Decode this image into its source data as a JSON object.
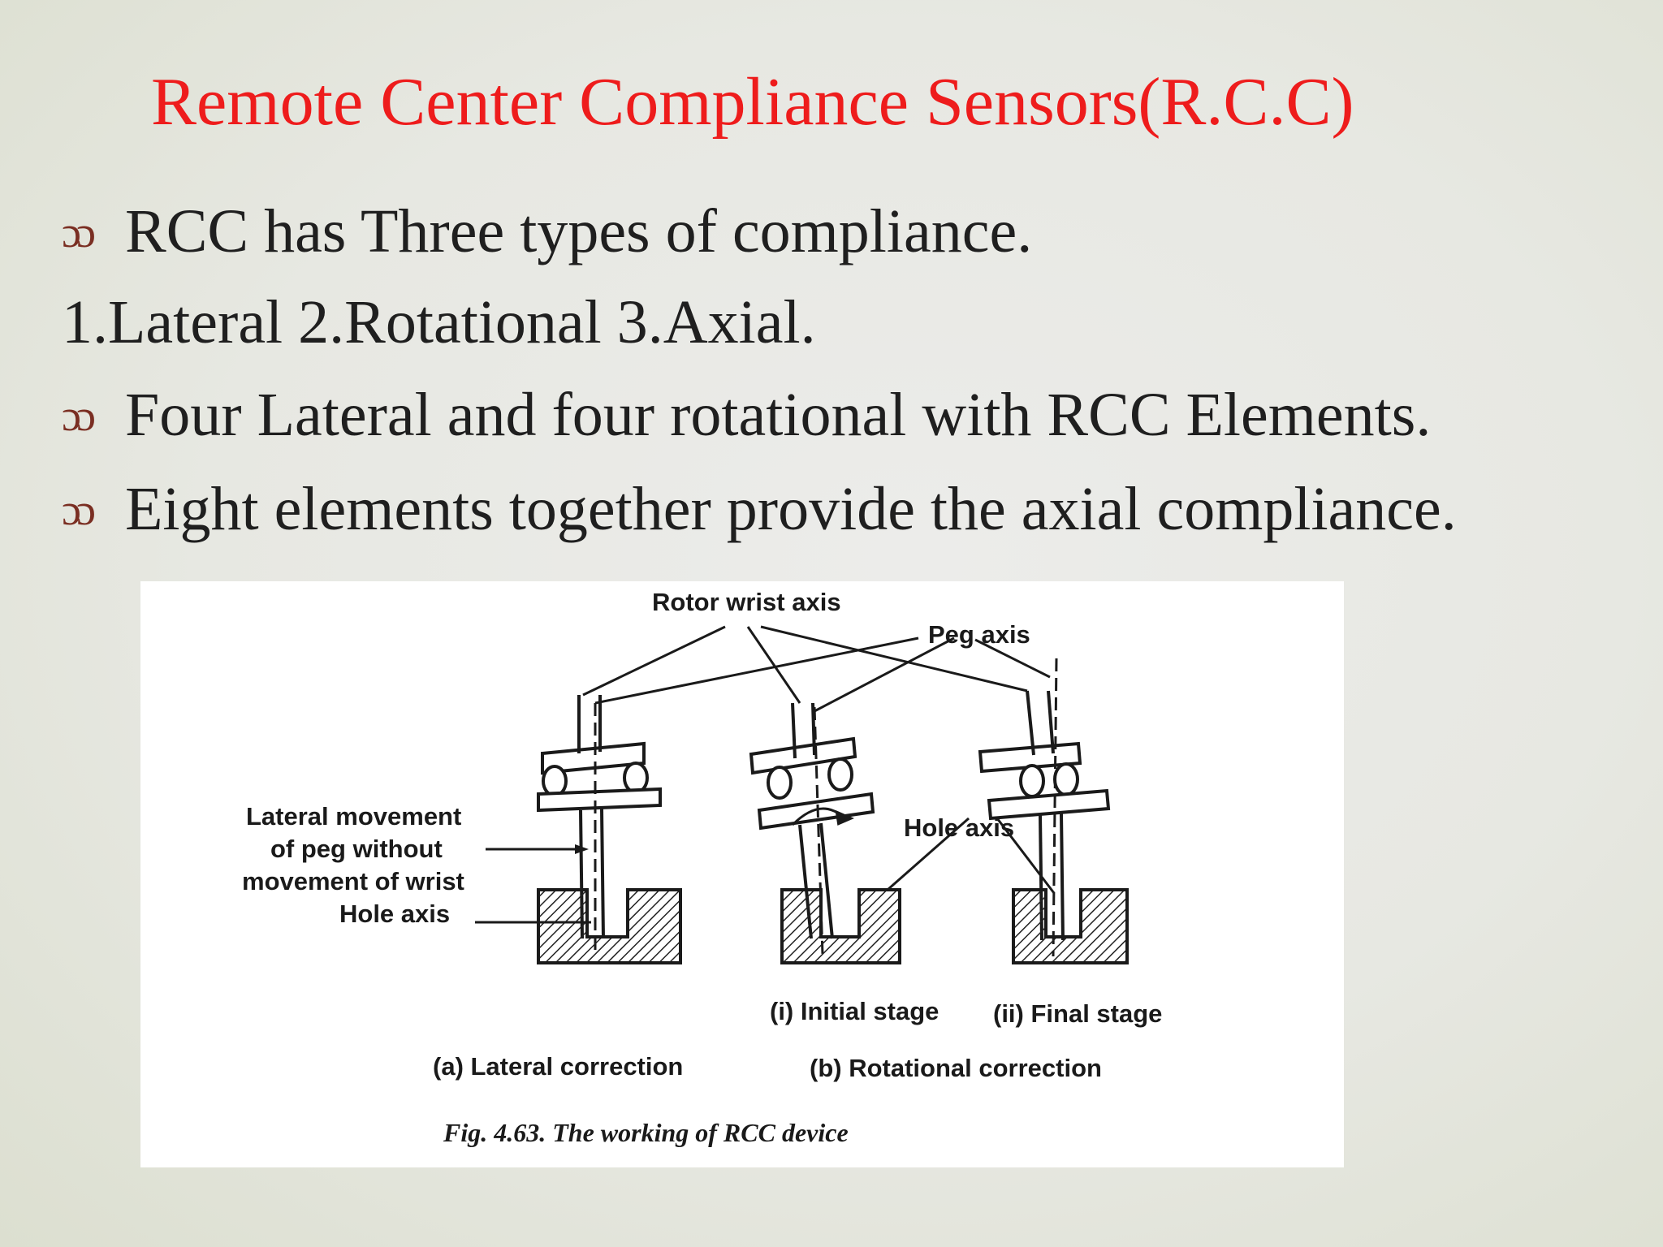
{
  "slide": {
    "title": "Remote Center Compliance Sensors(R.C.C)",
    "title_color": "#ee1c1c",
    "bullet_glyph": "ɔɔ",
    "bullet_color": "#7a2e22",
    "lines": [
      {
        "bullet": true,
        "text": "RCC has Three types of compliance."
      },
      {
        "bullet": false,
        "text": "1.Lateral 2.Rotational 3.Axial."
      },
      {
        "bullet": true,
        "text": "Four Lateral and four rotational with RCC Elements."
      },
      {
        "bullet": true,
        "text": "Eight elements together provide the axial compliance."
      }
    ]
  },
  "figure": {
    "labels": {
      "rotor_wrist_axis": "Rotor wrist axis",
      "peg_axis": "Peg axis",
      "hole_axis_b": "Hole axis",
      "lateral_line1": "Lateral movement",
      "lateral_line2": "of peg without",
      "lateral_line3": "movement of wrist",
      "hole_axis_a": "Hole axis",
      "initial_stage": "(i) Initial stage",
      "final_stage": "(ii) Final stage",
      "lateral_correction": "(a) Lateral correction",
      "rotational_correction": "(b) Rotational correction"
    },
    "caption": "Fig. 4.63. The working of RCC device"
  }
}
